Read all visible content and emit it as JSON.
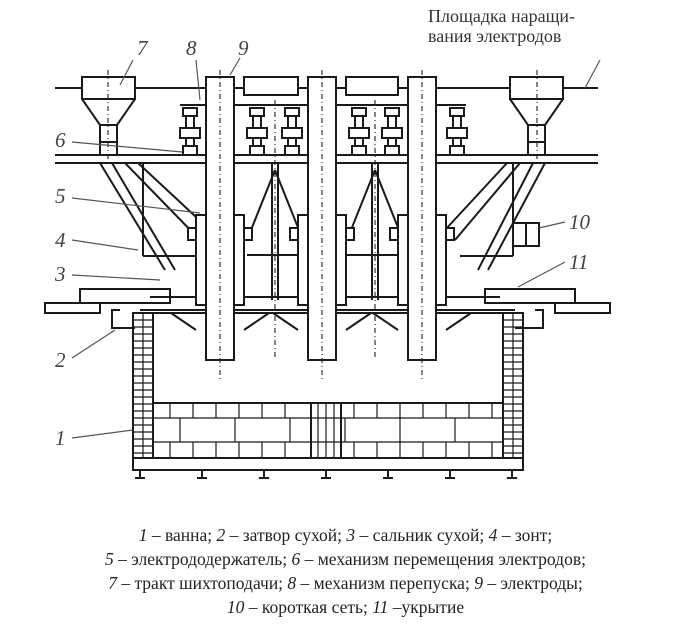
{
  "figure": {
    "platform_label_line1": "Площадка наращи-",
    "platform_label_line2": "вания электродов",
    "callouts": {
      "c1": "1",
      "c2": "2",
      "c3": "3",
      "c4": "4",
      "c5": "5",
      "c6": "6",
      "c7": "7",
      "c8": "8",
      "c9": "9",
      "c10": "10",
      "c11": "11"
    },
    "electrode_count": 3,
    "colors": {
      "line": "#1a1a1a",
      "background": "#ffffff",
      "text": "#222222"
    }
  },
  "caption": {
    "items": [
      {
        "num": "1",
        "text": " – ванна; "
      },
      {
        "num": "2",
        "text": " – затвор сухой; "
      },
      {
        "num": "3",
        "text": " – сальник сухой; "
      },
      {
        "num": "4",
        "text": " – зонт;"
      },
      {
        "num": "5",
        "text": " – электрододержатель; "
      },
      {
        "num": "6",
        "text": " – механизм перемещения электродов;"
      },
      {
        "num": "7",
        "text": " – тракт шихтоподачи; "
      },
      {
        "num": "8",
        "text": " – механизм перепуска; "
      },
      {
        "num": "9",
        "text": " – электроды;"
      },
      {
        "num": "10",
        "text": " – короткая сеть; "
      },
      {
        "num": "11",
        "text": " –укрытие"
      }
    ]
  }
}
